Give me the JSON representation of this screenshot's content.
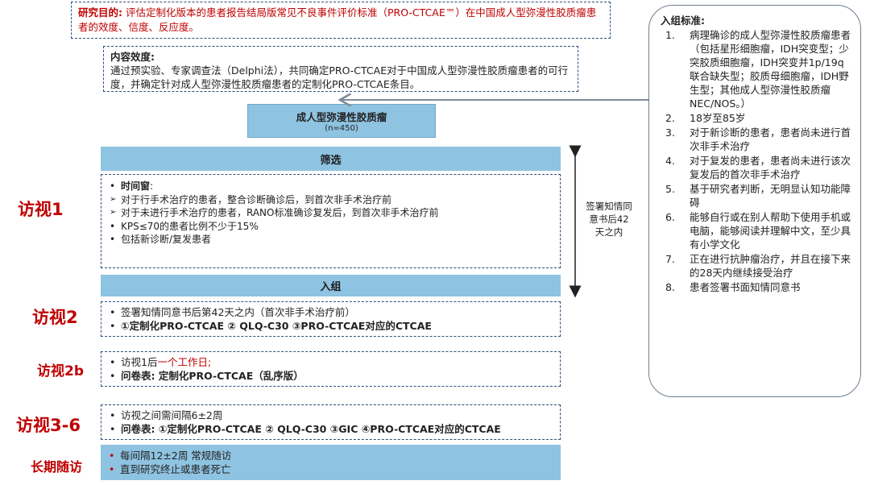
{
  "purpose": {
    "label": "研究目的:",
    "text": "评估定制化版本的患者报告结局版常见不良事件评价标准（PRO-CTCAE™）在中国成人型弥漫性胶质瘤患者的效度、信度、反应度。"
  },
  "content_validity": {
    "label": "内容效度:",
    "text": "通过预实验、专家调查法（Delphi法），共同确定PRO-CTCAE对于中国成人型弥漫性胶质瘤患者的可行度，并确定针对成人型弥漫性胶质瘤患者的定制化PRO-CTCAE条目。"
  },
  "cohort": {
    "title": "成人型弥漫性胶质瘤",
    "n": "(n=450)"
  },
  "screening": {
    "bar": "筛选",
    "window_label": "时间窗",
    "window_colon": ":",
    "items": [
      "对于行手术治疗的患者，整合诊断确诊后，到首次非手术治疗前",
      "对于未进行手术治疗的患者，RANO标准确诊复发后，到首次非手术治疗前"
    ],
    "bullets": [
      "KPS≤70的患者比例不少于15%",
      "包括新诊断/复发患者"
    ]
  },
  "enroll": {
    "bar": "入组"
  },
  "visit2": {
    "label": "访视2",
    "line1": "签署知情同意书后第42天之内（首次非手术治疗前）",
    "line2": "①定制化PRO-CTCAE ② QLQ-C30 ③PRO-CTCAE对应的CTCAE"
  },
  "visit2b": {
    "label": "访视2b",
    "line1_a": "访视1后",
    "line1_b": "一个工作日;",
    "line2": "问卷表: 定制化PRO-CTCAE（乱序版）"
  },
  "visit36": {
    "label": "访视3-6",
    "line1": "访视之间需间隔6±2周",
    "line2": "问卷表: ①定制化PRO-CTCAE ② QLQ-C30 ③GIC ④PRO-CTCAE对应的CTCAE"
  },
  "longterm": {
    "label": "长期随访",
    "line1": "每间隔12±2周 常规随访",
    "line2": "直到研究终止或患者死亡"
  },
  "visit1": {
    "label": "访视1"
  },
  "consent_note": "签署知情同意书后42天之内",
  "criteria": {
    "header": "入组标准:",
    "items": [
      {
        "num": "1.",
        "text": "病理确诊的成人型弥漫性胶质瘤患者（包括星形细胞瘤，IDH突变型；少突胶质细胞瘤，IDH突变并1p/19q联合缺失型；胶质母细胞瘤，IDH野生型；其他成人型弥漫性胶质瘤NEC/NOS。）"
      },
      {
        "num": "2.",
        "text": "18岁至85岁"
      },
      {
        "num": "3.",
        "text": "对于新诊断的患者，患者尚未进行首次非手术治疗"
      },
      {
        "num": "4.",
        "text": "对于复发的患者，患者尚未进行该次复发后的首次非手术治疗"
      },
      {
        "num": "5.",
        "text": "基于研究者判断，无明显认知功能障碍"
      },
      {
        "num": "6.",
        "text": "能够自行或在别人帮助下使用手机或电脑，能够阅读并理解中文，至少具有小学文化"
      },
      {
        "num": "7.",
        "text": "正在进行抗肿瘤治疗，并且在接下来的28天内继续接受治疗"
      },
      {
        "num": "8.",
        "text": "患者签署书面知情同意书"
      }
    ]
  },
  "colors": {
    "bar_fill": "#8fc3e2",
    "accent_red": "#c00000",
    "dash_border": "#2e4e7e",
    "connector": "#7f8c99"
  }
}
